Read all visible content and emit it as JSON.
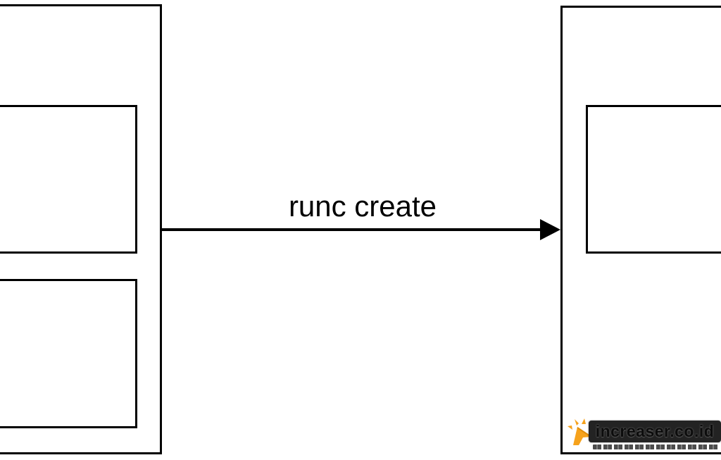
{
  "diagram": {
    "arrow_label": "runc create",
    "left_container": {
      "description": "outer box clipped at left edge",
      "inner_boxes": 2
    },
    "right_container": {
      "description": "outer box clipped at right edge",
      "inner_boxes": 1
    },
    "colors": {
      "background": "#ffffff",
      "box_border": "#000000",
      "arrow": "#000000",
      "label_text": "#000000"
    }
  },
  "watermark": {
    "text": "increaser.co.id",
    "icon": "cursor-spark-icon",
    "colors": {
      "accent": "#F6A21C",
      "badge": "#232323",
      "text": "#0c0c0c"
    }
  }
}
